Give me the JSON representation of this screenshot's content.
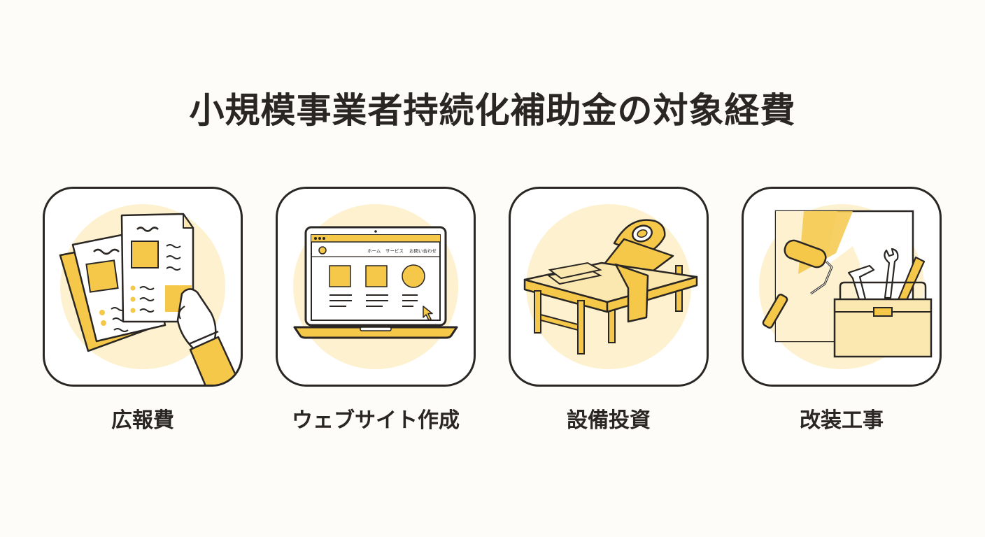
{
  "title": "小規模事業者持続化補助金の対象経費",
  "items": [
    {
      "label": "広報費",
      "icon": "flyer-documents-icon"
    },
    {
      "label": "ウェブサイト作成",
      "icon": "laptop-website-icon"
    },
    {
      "label": "設備投資",
      "icon": "massage-table-icon"
    },
    {
      "label": "改装工事",
      "icon": "paint-roller-toolbox-icon"
    }
  ],
  "website": {
    "nav": [
      "ホーム",
      "サービス",
      "お問い合わせ"
    ]
  },
  "colors": {
    "accent": "#f5c84a",
    "accent_light": "#fbe7b0",
    "circle": "#fdf1cf",
    "outline": "#2a2623"
  }
}
